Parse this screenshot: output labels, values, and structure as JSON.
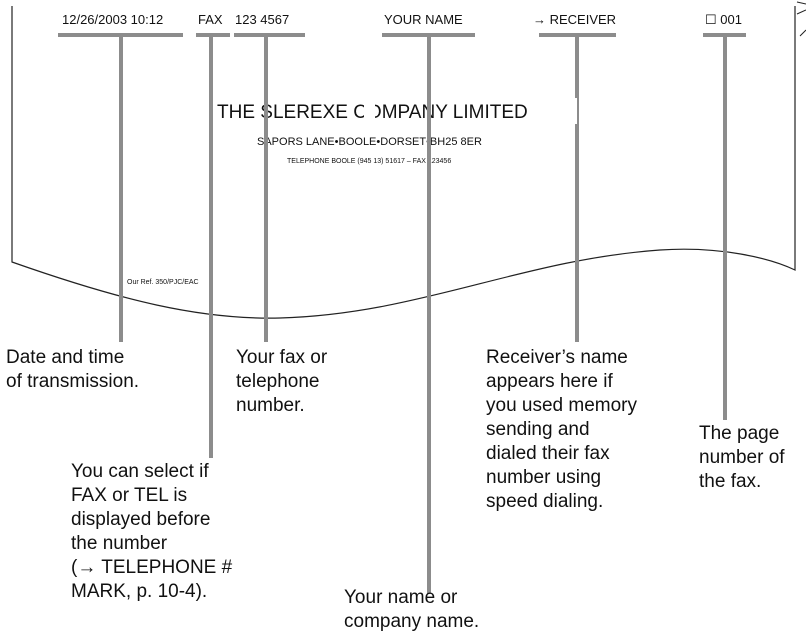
{
  "header": {
    "date_time": "12/26/2003  10:12",
    "fax_label": "FAX",
    "fax_number": "123 4567",
    "your_name": "YOUR NAME",
    "receiver": "→ RECEIVER",
    "page_number": "☐ 001"
  },
  "letter": {
    "company": "THE SLEREXE COMPANY LIMITED",
    "address": "SAPORS LANE•BOOLE•DORSET•BH25 8ER",
    "telephone": "TELEPHONE BOOLE (945 13) 51617 – FAX 123456",
    "reference": "Our Ref. 350/PJC/EAC"
  },
  "callouts": {
    "date_time": "Date and time\nof transmission.",
    "fax_number": "Your fax or\ntelephone\nnumber.",
    "fax_tel": "You can select if\nFAX or TEL is\ndisplayed before\nthe number\n(→ TELEPHONE #\nMARK, p. 10-4).",
    "your_name": "Your name or\ncompany name.",
    "receiver": "Receiver’s name\nappears here if\nyou used memory\nsending and\ndialed their fax\nnumber using\nspeed dialing.",
    "page_number": "The page\nnumber of\nthe fax."
  },
  "colors": {
    "leader": "#8c8c8c",
    "paper_edge": "#222222",
    "text": "#111111"
  }
}
